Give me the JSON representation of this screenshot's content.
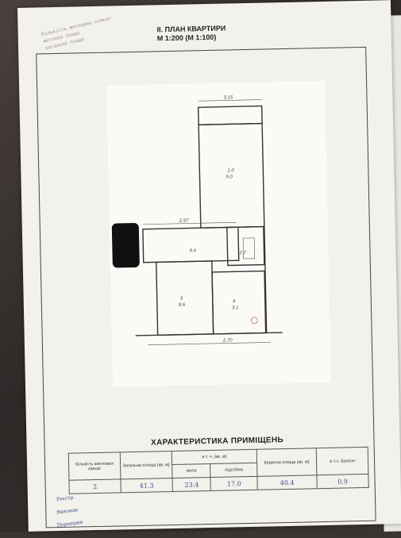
{
  "plan_header": {
    "title": "II. ПЛАН КВАРТИРИ",
    "scale": "М 1:200 (М 1:100)"
  },
  "stamp_lines": [
    "Кількість житлових кімнат",
    "житлова площа",
    "загальна площа"
  ],
  "plan_labels": {
    "room_top": "9.0",
    "room_top_label": "1.0",
    "corridor": "9.4",
    "bath": "2.7",
    "room_left": "8.6",
    "room_left_label": "3",
    "room_right": "3.1",
    "room_right_label": "4",
    "dim_top": "2.97",
    "dim_mid": "3.15",
    "dim_bottom": "2.70"
  },
  "characteristics": {
    "title": "ХАРАКТЕРИСТИКА ПРИМІЩЕНЬ",
    "headers": {
      "rooms": "Кількість житлових кімнат",
      "total_area": "Загальна площа (кв. м)",
      "including": "в т. ч. (кв. м)",
      "living": "жила",
      "auxiliary": "підсобна",
      "useful_area": "Корисна площа (кв. м)",
      "note": "в т.ч. балкон"
    },
    "values": {
      "rooms": "2",
      "total_area": "41.3",
      "living": "23.4",
      "auxiliary": "17.0",
      "useful_area": "40.4",
      "note": "0.9"
    }
  },
  "footer_fields": [
    "Реєстр",
    "Виконав",
    "Перевірив"
  ]
}
